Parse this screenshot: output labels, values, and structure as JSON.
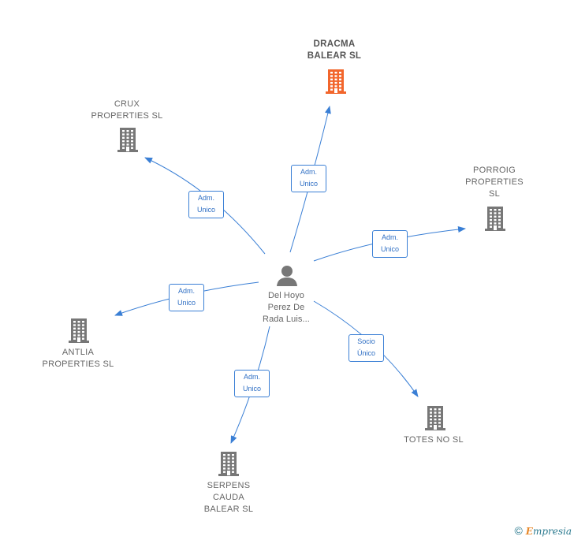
{
  "colors": {
    "edge": "#3a7fd5",
    "building": "#777777",
    "building_highlight": "#f2662c",
    "person": "#777777"
  },
  "center": {
    "name": "Del Hoyo\nPerez De\nRada Luis...",
    "icon": "person-icon"
  },
  "companies": [
    {
      "id": "dracma",
      "name": "DRACMA\nBALEAR  SL",
      "icon": "building-icon",
      "highlight": true
    },
    {
      "id": "crux",
      "name": "CRUX\nPROPERTIES SL",
      "icon": "building-icon"
    },
    {
      "id": "porroig",
      "name": "PORROIG\nPROPERTIES\nSL",
      "icon": "building-icon"
    },
    {
      "id": "antlia",
      "name": "ANTLIA\nPROPERTIES SL",
      "icon": "building-icon"
    },
    {
      "id": "totes",
      "name": "TOTES NO  SL",
      "icon": "building-icon"
    },
    {
      "id": "serpens",
      "name": "SERPENS\nCAUDA\nBALEAR SL",
      "icon": "building-icon"
    }
  ],
  "relations": [
    {
      "target": "dracma",
      "label": "Adm.\nUnico"
    },
    {
      "target": "crux",
      "label": "Adm.\nUnico"
    },
    {
      "target": "porroig",
      "label": "Adm.\nUnico"
    },
    {
      "target": "antlia",
      "label": "Adm.\nUnico"
    },
    {
      "target": "totes",
      "label": "Socio\nÚnico"
    },
    {
      "target": "serpens",
      "label": "Adm.\nUnico"
    }
  ],
  "footer": {
    "copyright": "©",
    "brand_initial": "E",
    "brand_rest": "mpresia"
  }
}
